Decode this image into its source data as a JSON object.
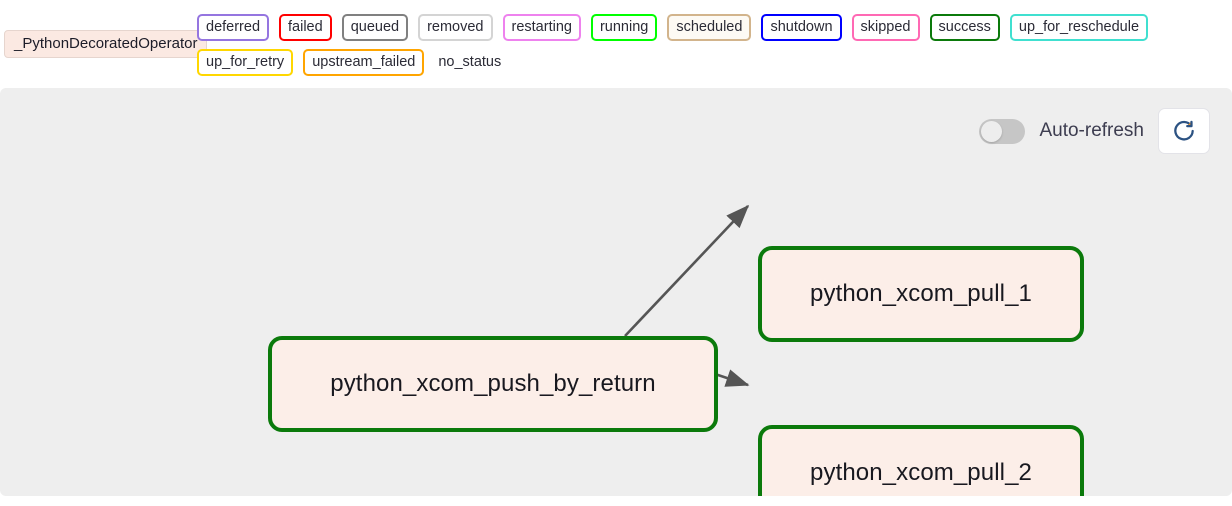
{
  "legend": {
    "operator_badge": "_PythonDecoratedOperator",
    "states": [
      {
        "label": "deferred",
        "color": "#9575e0",
        "bg": "#ffffff"
      },
      {
        "label": "failed",
        "color": "#ff0000",
        "bg": "#ffffff"
      },
      {
        "label": "queued",
        "color": "#808080",
        "bg": "#ffffff"
      },
      {
        "label": "removed",
        "color": "#d4d4d4",
        "bg": "#ffffff"
      },
      {
        "label": "restarting",
        "color": "#ee82ee",
        "bg": "#ffffff"
      },
      {
        "label": "running",
        "color": "#00ff00",
        "bg": "#ffffff"
      },
      {
        "label": "scheduled",
        "color": "#d2b48c",
        "bg": "#fdfaf4"
      },
      {
        "label": "shutdown",
        "color": "#0000ff",
        "bg": "#ffffff"
      },
      {
        "label": "skipped",
        "color": "#ff69b4",
        "bg": "#ffffff"
      },
      {
        "label": "success",
        "color": "#0b7a0b",
        "bg": "#ffffff"
      },
      {
        "label": "up_for_reschedule",
        "color": "#40e0d0",
        "bg": "#ffffff"
      },
      {
        "label": "up_for_retry",
        "color": "#ffd700",
        "bg": "#ffffff"
      },
      {
        "label": "upstream_failed",
        "color": "#ffa500",
        "bg": "#ffffff"
      },
      {
        "label": "no_status",
        "color": "transparent",
        "bg": "transparent"
      }
    ]
  },
  "controls": {
    "auto_refresh_label": "Auto-refresh",
    "auto_refresh_on": false,
    "refresh_icon": "refresh-icon"
  },
  "graph": {
    "node_border_color": "#0b7a0b",
    "node_fill_color": "#fceee8",
    "edge_color": "#555555",
    "nodes": [
      {
        "id": "push",
        "label": "python_xcom_push_by_return",
        "state": "success"
      },
      {
        "id": "pull_1",
        "label": "python_xcom_pull_1",
        "state": "success"
      },
      {
        "id": "pull_2",
        "label": "python_xcom_pull_2",
        "state": "success"
      }
    ],
    "edges": [
      {
        "from": "push",
        "to": "pull_1"
      },
      {
        "from": "push",
        "to": "pull_2"
      }
    ]
  }
}
